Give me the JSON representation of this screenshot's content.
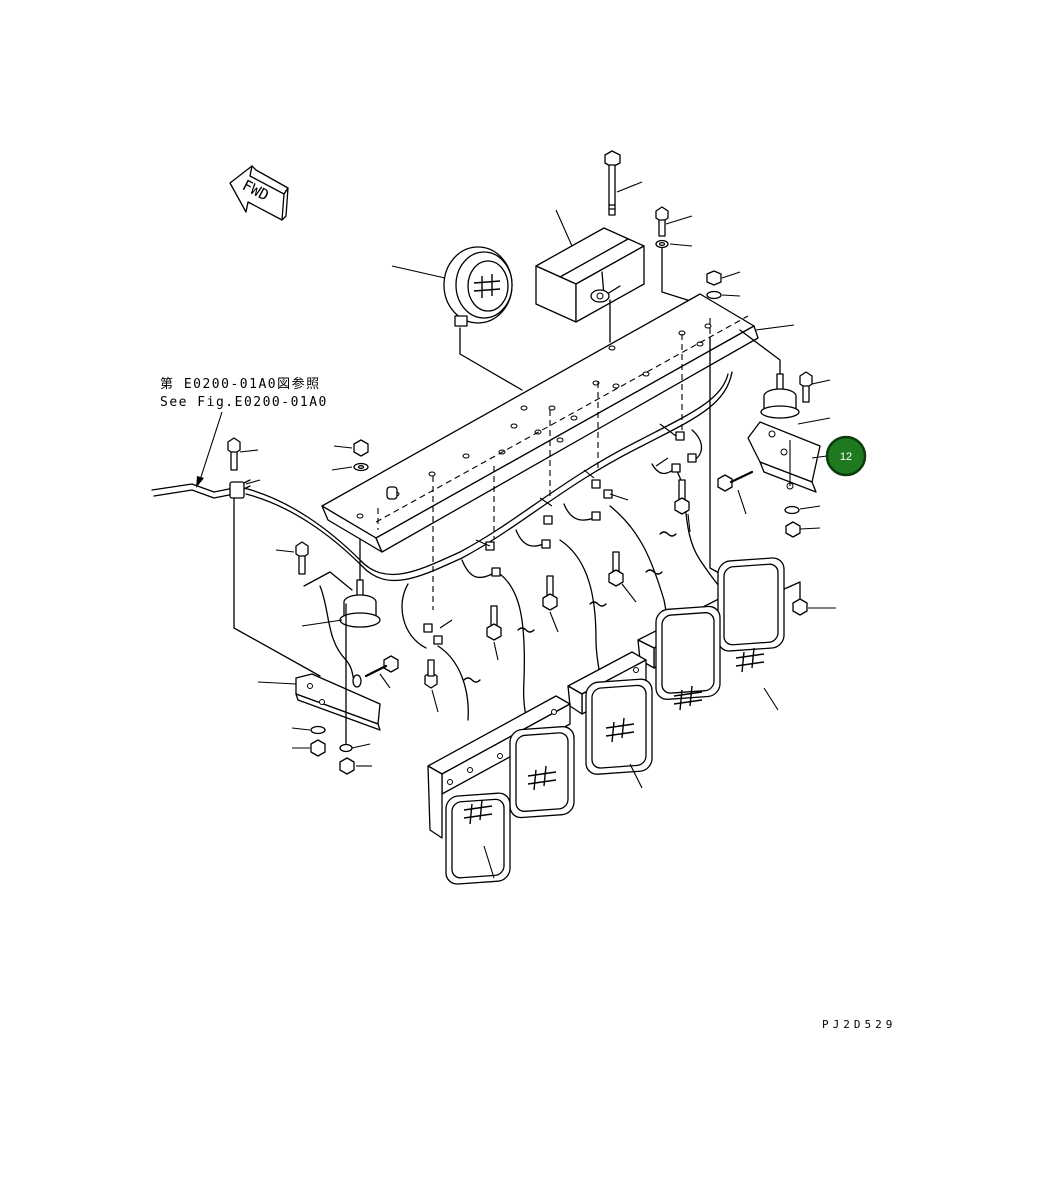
{
  "diagram": {
    "fwd_label": "FWD",
    "reference_jp": "第 E0200-01A0図参照",
    "reference_en": "See Fig.E0200-01A0",
    "drawing_code": "PJ2D529",
    "callout": {
      "label": "12",
      "color": "#1f7a1f",
      "border_color": "#0b3d0b",
      "text_color": "#ffffff"
    }
  }
}
